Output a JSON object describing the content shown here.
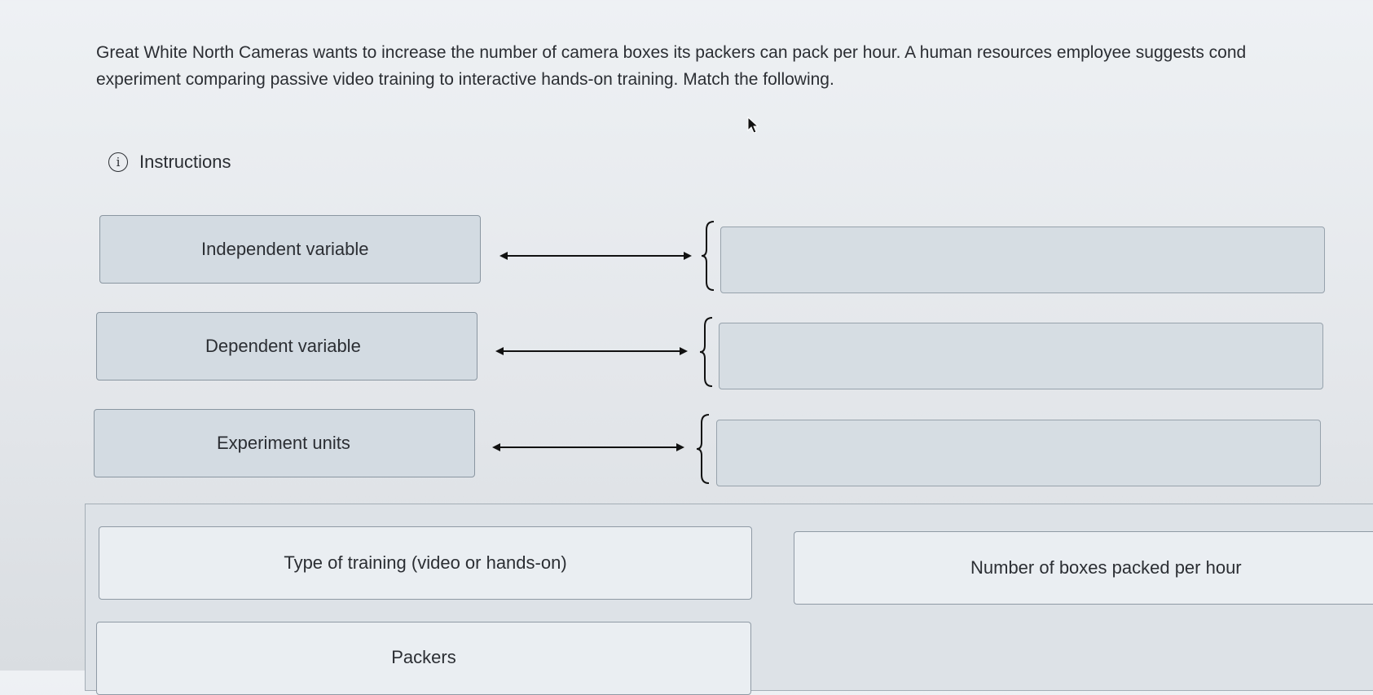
{
  "question": {
    "line1": "Great White North Cameras wants to increase the number of camera boxes its packers can pack per hour. A human resources employee suggests cond",
    "line2": "experiment comparing passive video training to interactive hands-on training. Match the following."
  },
  "instructions": {
    "label": "Instructions",
    "icon": "i"
  },
  "terms": [
    {
      "label": "Independent variable"
    },
    {
      "label": "Dependent variable"
    },
    {
      "label": "Experiment units"
    }
  ],
  "choices": [
    {
      "label": "Type of training (video or hands-on)"
    },
    {
      "label": "Number of boxes packed per hour"
    },
    {
      "label": "Packers"
    }
  ],
  "colors": {
    "term_bg": "#d3dbe2",
    "dropzone_bg": "#d6dde3",
    "choice_bg": "#eaeef2",
    "text": "#2b2e33"
  }
}
